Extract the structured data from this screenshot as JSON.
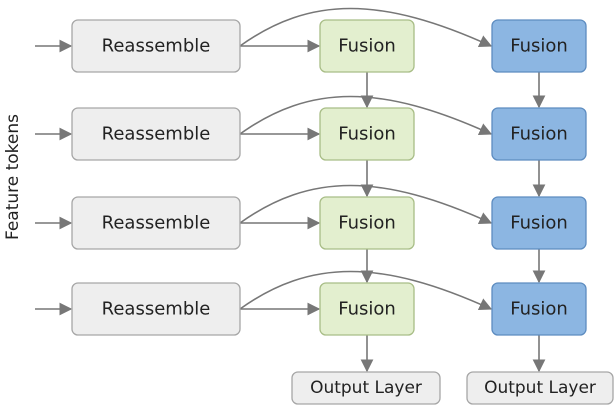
{
  "side_label": "Feature tokens",
  "labels": {
    "reassemble": "Reassemble",
    "fusion": "Fusion",
    "output": "Output Layer"
  },
  "colors": {
    "reassemble_fill": "#eeeeee",
    "reassemble_stroke": "#a6a6a6",
    "fusion_green_fill": "#e3efcf",
    "fusion_green_stroke": "#a8bd86",
    "fusion_blue_fill": "#8cb6e2",
    "fusion_blue_stroke": "#5d8cc0",
    "output_fill": "#eeeeee",
    "output_stroke": "#a6a6a6",
    "arrow": "#777777"
  },
  "rows": 4
}
